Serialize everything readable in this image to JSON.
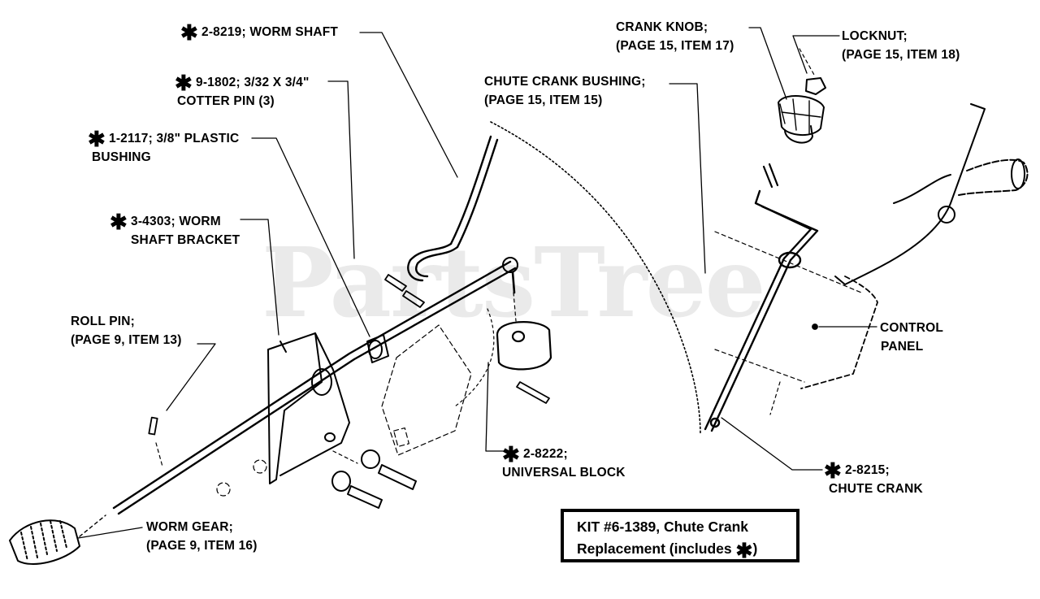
{
  "watermark": "PartsTree",
  "asterisk": "✱",
  "callouts": {
    "worm_shaft": {
      "line1": "2-8219; WORM SHAFT"
    },
    "cotter_pin": {
      "line1": "9-1802; 3/32 X 3/4\"",
      "line2": "COTTER PIN (3)"
    },
    "plastic_bushing": {
      "line1": "1-2117; 3/8\" PLASTIC",
      "line2": "BUSHING"
    },
    "worm_shaft_bracket": {
      "line1": "3-4303; WORM",
      "line2": "SHAFT BRACKET"
    },
    "roll_pin": {
      "line1": "ROLL PIN;",
      "line2": "(PAGE 9, ITEM 13)"
    },
    "worm_gear": {
      "line1": "WORM GEAR;",
      "line2": "(PAGE 9, ITEM 16)"
    },
    "universal_block": {
      "line1": "2-8222;",
      "line2": "UNIVERSAL BLOCK"
    },
    "chute_crank_bushing": {
      "line1": "CHUTE CRANK BUSHING;",
      "line2": "(PAGE 15, ITEM 15)"
    },
    "crank_knob": {
      "line1": "CRANK KNOB;",
      "line2": "(PAGE 15, ITEM 17)"
    },
    "locknut": {
      "line1": "LOCKNUT;",
      "line2": "(PAGE 15, ITEM 18)"
    },
    "control_panel": {
      "line1": "CONTROL",
      "line2": "PANEL"
    },
    "chute_crank": {
      "line1": "2-8215;",
      "line2": "CHUTE CRANK"
    }
  },
  "kit": {
    "line1": "KIT #6-1389, Chute Crank",
    "line2_prefix": "Replacement (includes ",
    "line2_suffix": ")"
  }
}
